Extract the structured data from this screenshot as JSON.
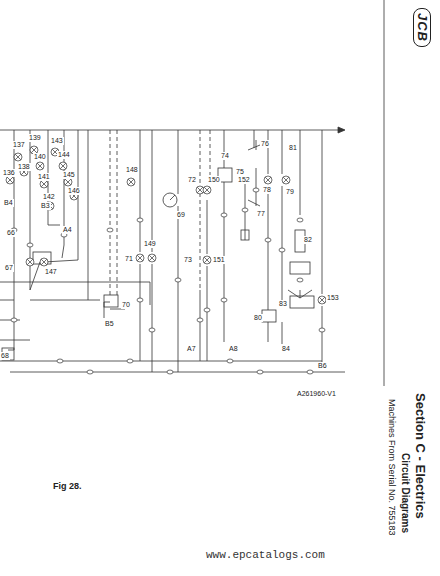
{
  "diagram": {
    "title": "Section C - Electrics",
    "caption": "Fig 28.",
    "labels": [
      "137",
      "139",
      "143",
      "138",
      "140",
      "144",
      "136",
      "141",
      "145",
      "142",
      "146",
      "148",
      "69",
      "72",
      "150",
      "74",
      "76",
      "75",
      "152",
      "81",
      "78",
      "79",
      "77",
      "B4",
      "B3",
      "66",
      "A4",
      "149",
      "71",
      "73",
      "151",
      "82",
      "67",
      "147",
      "70",
      "153",
      "83",
      "80",
      "B5",
      "A7",
      "A8",
      "84",
      "B6",
      "68",
      "A261960-V1",
      "Circuit Diagrams",
      "Machines From Serial No. 755183",
      "JCB",
      "www.epcatalogs.com"
    ]
  }
}
